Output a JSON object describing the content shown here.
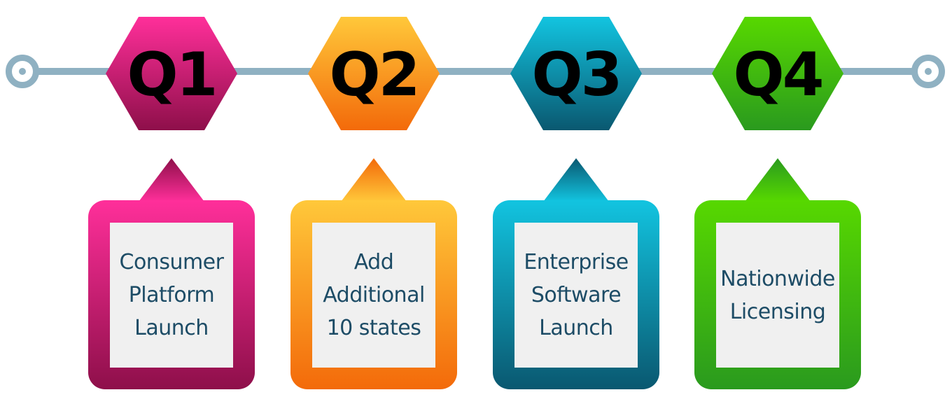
{
  "timeline": {
    "line_color": "#8fb1c2",
    "quarters": [
      {
        "label": "Q1",
        "milestone": "Consumer\nPlatform\nLaunch",
        "color_top": "#ff2f9a",
        "color_bottom": "#8e0f4a"
      },
      {
        "label": "Q2",
        "milestone": "Add\nAdditional\n10 states",
        "color_top": "#ffc83a",
        "color_bottom": "#f36a0a"
      },
      {
        "label": "Q3",
        "milestone": "Enterprise\nSoftware\nLaunch",
        "color_top": "#12c4e0",
        "color_bottom": "#0a5870"
      },
      {
        "label": "Q4",
        "milestone": "Nationwide\nLicensing",
        "color_top": "#57d800",
        "color_bottom": "#2a9a1e"
      }
    ]
  }
}
